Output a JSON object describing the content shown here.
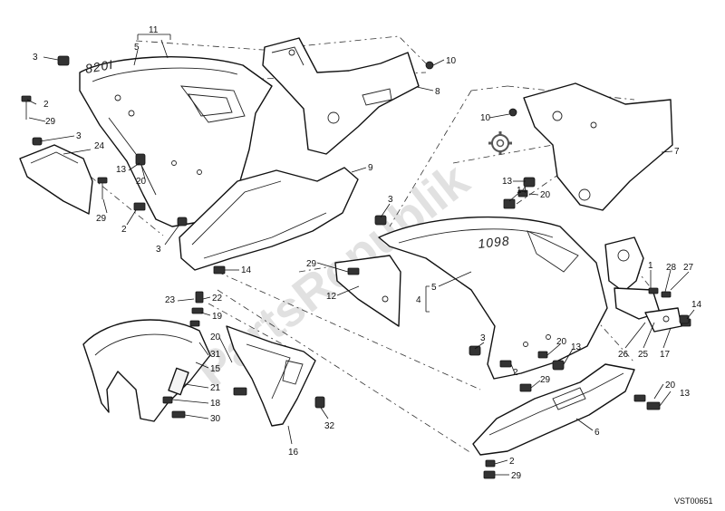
{
  "watermark": "PartsRepublik",
  "drawing_code": "VST00651",
  "badges": {
    "left_fairing": "820I",
    "right_fairing": "1098"
  },
  "callouts": [
    "1",
    "2",
    "3",
    "4",
    "5",
    "6",
    "7",
    "8",
    "9",
    "10",
    "11",
    "12",
    "13",
    "14",
    "15",
    "16",
    "17",
    "18",
    "19",
    "20",
    "21",
    "22",
    "23",
    "24",
    "25",
    "26",
    "27",
    "28",
    "29",
    "30",
    "31",
    "32"
  ],
  "callout_labels": [
    "3",
    "5",
    "11",
    "10",
    "8",
    "2",
    "29",
    "3",
    "24",
    "13",
    "20",
    "9",
    "29",
    "2",
    "3",
    "7",
    "10",
    "13",
    "20",
    "14",
    "3",
    "14",
    "29",
    "12",
    "1",
    "28",
    "27",
    "4",
    "5",
    "14",
    "23",
    "22",
    "19",
    "20",
    "31",
    "15",
    "21",
    "18",
    "30",
    "26",
    "25",
    "17",
    "3",
    "20",
    "13",
    "29",
    "2",
    "16",
    "32",
    "6",
    "20",
    "13",
    "2",
    "29"
  ]
}
